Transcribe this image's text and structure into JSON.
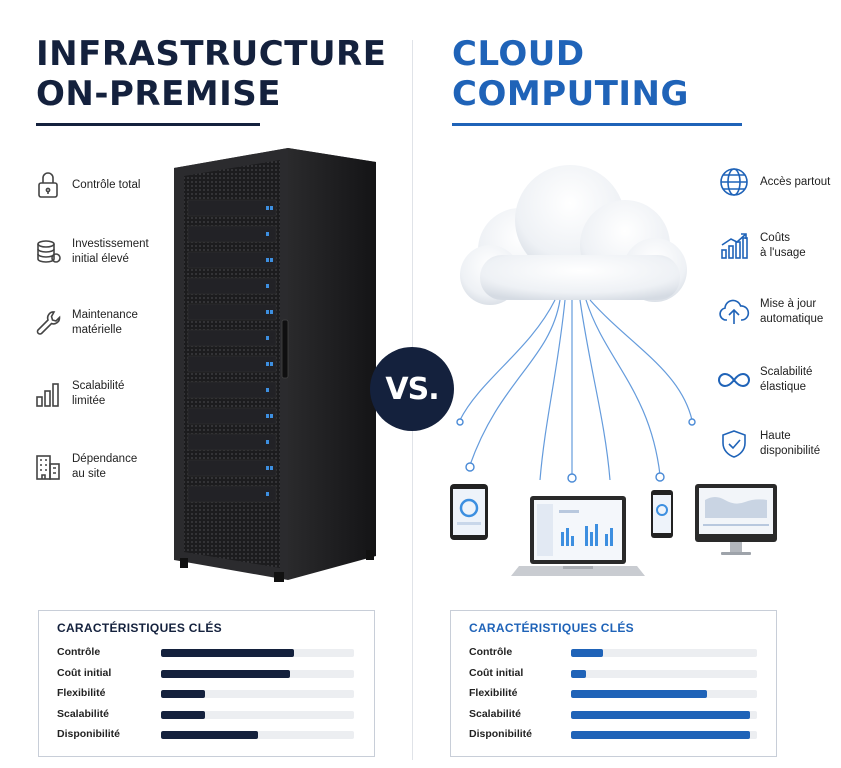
{
  "left": {
    "title_line1": "INFRASTRUCTURE",
    "title_line2": "ON-PREMISE",
    "features": [
      {
        "icon": "lock-icon",
        "label": "Contrôle total"
      },
      {
        "icon": "coin-stack-icon",
        "label": "Investissement\ninitial élevé"
      },
      {
        "icon": "wrench-icon",
        "label": "Maintenance\nmatérielle"
      },
      {
        "icon": "bar-chart-icon",
        "label": "Scalabilité\nlimitée"
      },
      {
        "icon": "building-icon",
        "label": "Dépendance\nau site"
      }
    ],
    "panel": {
      "title": "CARACTÉRISTIQUES CLÉS",
      "rows": [
        {
          "label": "Contrôle",
          "value": 0.69
        },
        {
          "label": "Coût initial",
          "value": 0.67
        },
        {
          "label": "Flexibilité",
          "value": 0.23
        },
        {
          "label": "Scalabilité",
          "value": 0.23
        },
        {
          "label": "Disponibilité",
          "value": 0.5
        }
      ]
    }
  },
  "right": {
    "title_line1": "CLOUD",
    "title_line2": "COMPUTING",
    "features": [
      {
        "icon": "globe-icon",
        "label": "Accès partout"
      },
      {
        "icon": "rising-chart-icon",
        "label": "Coûts\nà l'usage"
      },
      {
        "icon": "cloud-upload-icon",
        "label": "Mise à jour\nautomatique"
      },
      {
        "icon": "infinity-icon",
        "label": "Scalabilité\nélastique"
      },
      {
        "icon": "shield-check-icon",
        "label": "Haute\ndisponibilité"
      }
    ],
    "panel": {
      "title": "CARACTÉRISTIQUES CLÉS",
      "rows": [
        {
          "label": "Contrôle",
          "value": 0.17
        },
        {
          "label": "Coût initial",
          "value": 0.08
        },
        {
          "label": "Flexibilité",
          "value": 0.73
        },
        {
          "label": "Scalabilité",
          "value": 0.96
        },
        {
          "label": "Disponibilité",
          "value": 0.96
        }
      ]
    }
  },
  "vs_label": "VS.",
  "colors": {
    "navy": "#14213d",
    "blue": "#1f63b8",
    "bar_left": "#14213d",
    "bar_right": "#1f63b8",
    "track": "#eceef1"
  }
}
